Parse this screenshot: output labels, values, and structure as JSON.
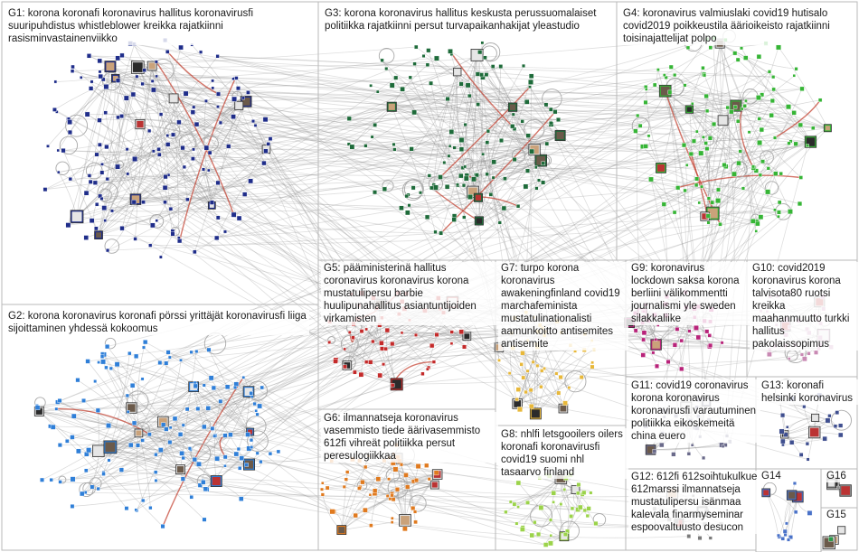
{
  "groups": [
    {
      "id": "G1",
      "label": "G1: korona koronafi koronavirus hallitus koronavirusfi suuripuhdistus whistleblower kreikka rajatkiinni rasisminvastainenviikko",
      "color": "#1f2d8a"
    },
    {
      "id": "G2",
      "label": "G2: korona koronavirus koronafi pörssi yrittäjät koronavirusfi liiga sijoittaminen yhdessä kokoomus",
      "color": "#2f7fd8"
    },
    {
      "id": "G3",
      "label": "G3: korona koronavirus hallitus keskusta perussuomalaiset politiikka rajatkiinni persut turvapaikanhakijat yleastudio",
      "color": "#1e6b3a"
    },
    {
      "id": "G4",
      "label": "G4: koronavirus valmiuslaki covid19 hutisalo covid2019 poikkeustila äärioikeisto rajatkiinni toisinajattelijat polpo",
      "color": "#36b536"
    },
    {
      "id": "G5",
      "label": "G5: pääministerinä hallitus coronavirus koronavirus korona mustatulipersu barbie huulipunahallitus asiantuntijoiden virkamisten",
      "color": "#c42a2a"
    },
    {
      "id": "G6",
      "label": "G6: ilmannatseja koronavirus vasemmisto tiede äärivasemmisto 612fi vihreät politiikka persut peresulogiikkaa",
      "color": "#e07a1f"
    },
    {
      "id": "G7",
      "label": "G7: turpo korona koronavirus awakeningfinland covid19 marchafeminista mustatulinationalisti aamunkoitto antisemites antisemite",
      "color": "#e8b83a"
    },
    {
      "id": "G8",
      "label": "G8: nhlfi letsgooilers oilers koronafi koronavirusfi covid19 suomi nhl tasaarvo finland",
      "color": "#9bd34a"
    },
    {
      "id": "G9",
      "label": "G9: koronavirus lockdown saksa korona berliini välikommentti journalismi yle sweden silakkaliike",
      "color": "#b8237a"
    },
    {
      "id": "G10",
      "label": "G10: covid2019 koronavirus korona talvisota80 ruotsi kreikka maahanmuutto turkki hallitus pakolaissopimus",
      "color": "#c98ab4"
    },
    {
      "id": "G11",
      "label": "G11: covid19 coronavirus korona koronavirus koronavirusfi varautuminen politiikka eikoskemeitä china euero",
      "color": "#6a6a8a"
    },
    {
      "id": "G12",
      "label": "G12: 612fi 612soihtukulkue 612marssi ilmannatseja mustatulipersu isänmaa kalevala finarmyseminar espoovaltuusto desucon",
      "color": "#7a7a7a"
    },
    {
      "id": "G13",
      "label": "G13: koronafi helsinki koronavirus",
      "color": "#3f4f8f"
    },
    {
      "id": "G14",
      "label": "G14",
      "color": "#4a72c8"
    },
    {
      "id": "G15",
      "label": "G15",
      "color": "#2c9a4a"
    },
    {
      "id": "G16",
      "label": "G16",
      "color": "#888888"
    }
  ],
  "colors": {
    "edge": "#8c8c8c",
    "self_loop": "#c23a2a",
    "panel_border": "#b9b9b9",
    "node_stroke": "#333333"
  }
}
